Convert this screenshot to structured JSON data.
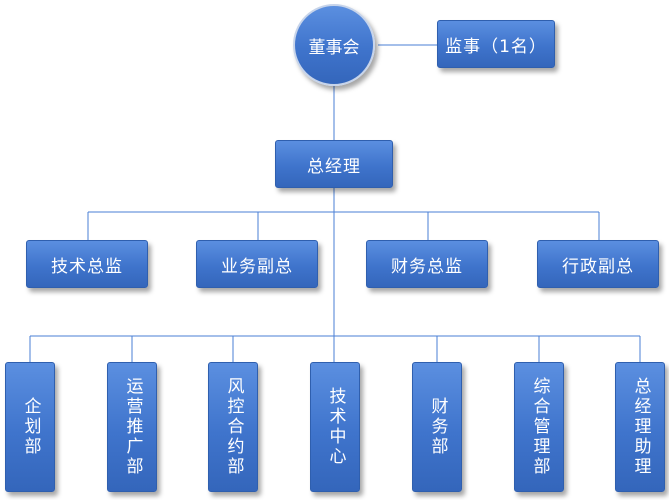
{
  "chart": {
    "root": "董事会",
    "supervisor": "监事（1名）",
    "gm": "总经理",
    "vps": [
      "技术总监",
      "业务副总",
      "财务总监",
      "行政副总"
    ],
    "departments": [
      "企划部",
      "运营推广部",
      "风控合约部",
      "技术中心",
      "财务部",
      "综合管理部",
      "总经理助理"
    ]
  },
  "colors": {
    "node": "#3f74cc",
    "line": "#4a7fd6",
    "node_text": "#ffffff"
  }
}
